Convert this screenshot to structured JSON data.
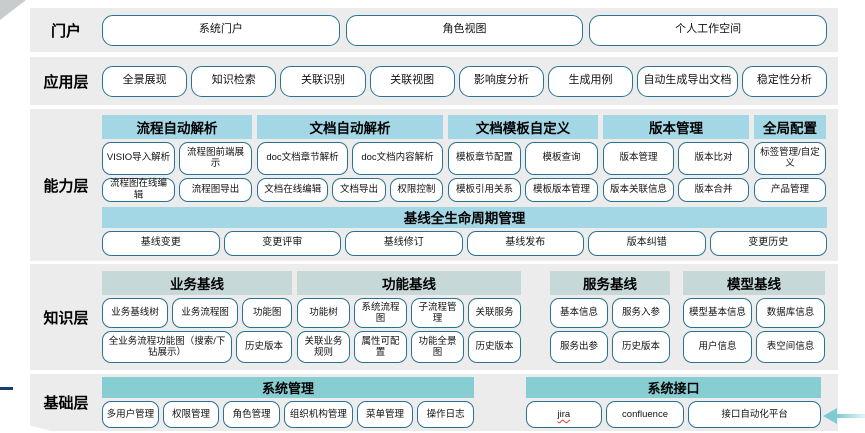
{
  "colors": {
    "panel_bg": "#ececec",
    "chip_border": "#2a7390",
    "header_blue": "#a3d7e6",
    "header_grayteal": "#c7d8d8",
    "header_teal": "#87ced2",
    "accent_navy": "#173f6e",
    "accent_arrow_teal": "#7ecbd4",
    "jira_spellcheck_underline": "#e03c31"
  },
  "layers": [
    {
      "id": "portal",
      "label": "门户",
      "bands": [
        {
          "groups": [
            {
              "header": null,
              "rows": [
                [
                  "系统门户",
                  "角色视图",
                  "个人工作空间"
                ]
              ]
            }
          ]
        }
      ]
    },
    {
      "id": "app",
      "label": "应用层",
      "bands": [
        {
          "groups": [
            {
              "header": null,
              "rows": [
                [
                  "全景展现",
                  "知识检索",
                  "关联识别",
                  "关联视图",
                  "影响度分析",
                  "生成用例",
                  "自动生成导出文档",
                  "稳定性分析"
                ]
              ]
            }
          ]
        }
      ]
    },
    {
      "id": "capability",
      "label": "能力层",
      "bands": [
        {
          "groups": [
            {
              "header": "流程自动解析",
              "rows": [
                [
                  "VISIO导入解析",
                  "流程图前端展示"
                ],
                [
                  "流程图在线编辑",
                  "流程图导出"
                ]
              ]
            },
            {
              "header": "文档自动解析",
              "rows": [
                [
                  "doc文档章节解析",
                  "doc文档内容解析"
                ],
                [
                  "文档在线编辑",
                  "文档导出",
                  "权限控制"
                ]
              ]
            },
            {
              "header": "文档模板自定义",
              "rows": [
                [
                  "模板章节配置",
                  "模板查询"
                ],
                [
                  "模板引用关系",
                  "模板版本管理"
                ]
              ]
            },
            {
              "header": "版本管理",
              "rows": [
                [
                  "版本管理",
                  "版本比对"
                ],
                [
                  "版本关联信息",
                  "版本合并"
                ]
              ]
            },
            {
              "header": "全局配置",
              "rows": [
                [
                  "标签管理/自定义"
                ],
                [
                  "产品管理"
                ]
              ]
            }
          ]
        },
        {
          "groups": [
            {
              "header": "基线全生命周期管理",
              "rows": [
                [
                  "基线变更",
                  "变更评审",
                  "基线修订",
                  "基线发布",
                  "版本纠错",
                  "变更历史"
                ]
              ]
            }
          ]
        }
      ]
    },
    {
      "id": "knowledge",
      "label": "知识层",
      "bands": [
        {
          "groups": [
            {
              "header": "业务基线",
              "rows": [
                [
                  "业务基线树",
                  "业务流程图",
                  "功能图"
                ],
                [
                  "全业务流程功能图（搜索/下钻展示）",
                  "历史版本"
                ]
              ]
            },
            {
              "header": "功能基线",
              "rows": [
                [
                  "功能树",
                  "系统流程图",
                  "子流程管理",
                  "关联服务"
                ],
                [
                  "关联业务规则",
                  "属性可配置",
                  "功能全景图",
                  "历史版本"
                ]
              ]
            },
            {
              "header": "服务基线",
              "rows": [
                [
                  "基本信息",
                  "服务入参"
                ],
                [
                  "服务出参",
                  "历史版本"
                ]
              ]
            },
            {
              "header": "模型基线",
              "rows": [
                [
                  "模型基本信息",
                  "数据库信息"
                ],
                [
                  "用户信息",
                  "表空间信息"
                ]
              ]
            }
          ]
        }
      ]
    },
    {
      "id": "base",
      "label": "基础层",
      "bands": [
        {
          "groups": [
            {
              "header": "系统管理",
              "rows": [
                [
                  "多用户管理",
                  "权限管理",
                  "角色管理",
                  "组织机构管理",
                  "菜单管理",
                  "操作日志"
                ]
              ]
            },
            {
              "header": "系统接口",
              "rows": [
                [
                  "jira",
                  "confluence",
                  "接口自动化平台"
                ]
              ]
            }
          ]
        }
      ]
    }
  ]
}
